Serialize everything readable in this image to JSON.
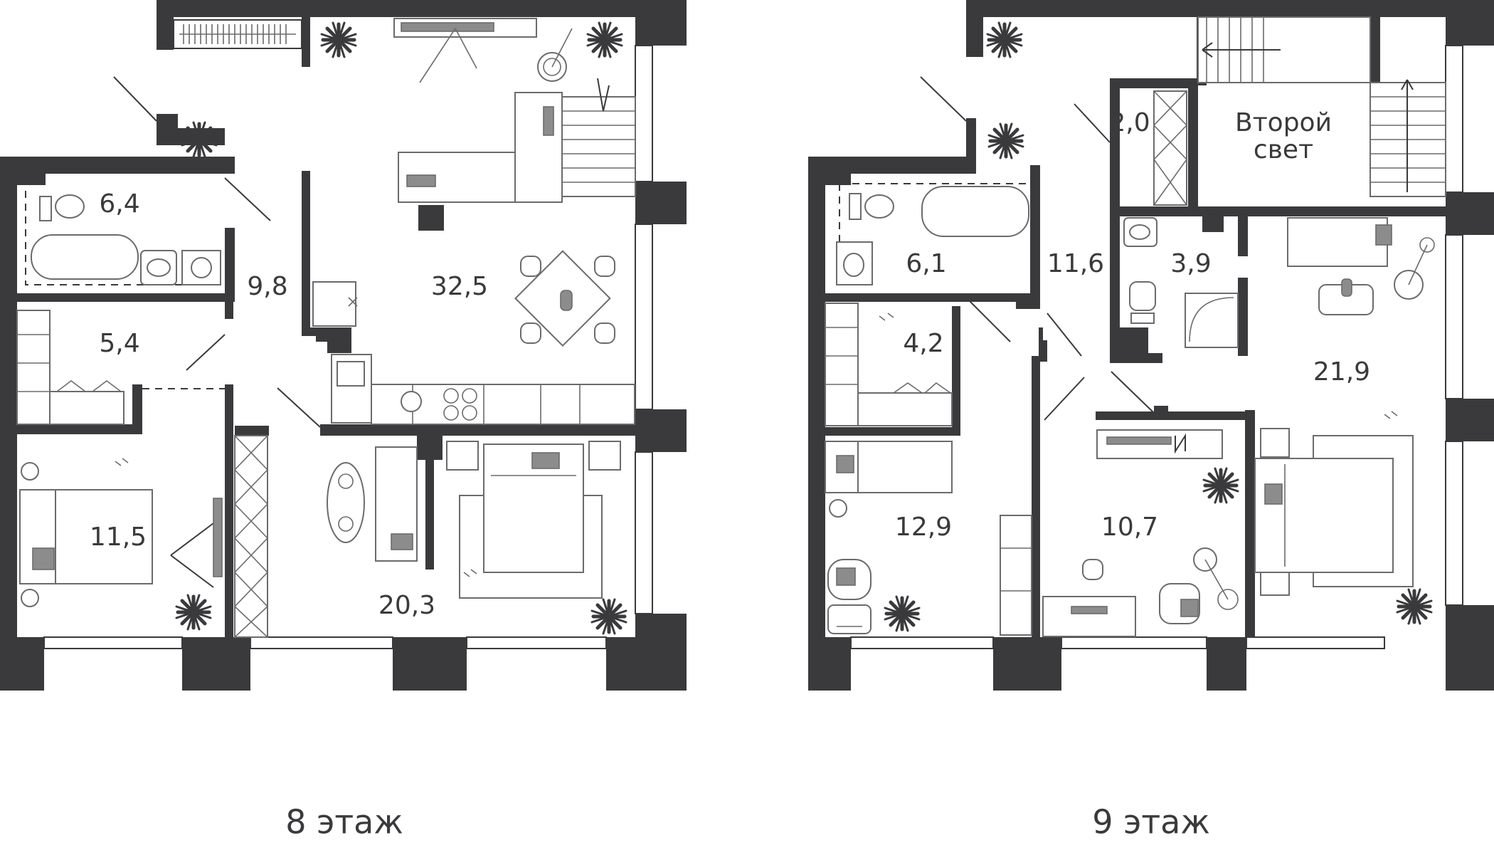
{
  "floors": [
    {
      "label": "8 этаж",
      "rooms": [
        {
          "id": "bathroom",
          "area": "6,4"
        },
        {
          "id": "hall",
          "area": "9,8"
        },
        {
          "id": "kitchen-living",
          "area": "32,5"
        },
        {
          "id": "wardrobe",
          "area": "5,4"
        },
        {
          "id": "bedroom",
          "area": "11,5"
        },
        {
          "id": "master-bedroom",
          "area": "20,3"
        }
      ]
    },
    {
      "label": "9 этаж",
      "rooms": [
        {
          "id": "bathroom-1",
          "area": "6,1"
        },
        {
          "id": "hall",
          "area": "11,6"
        },
        {
          "id": "storage",
          "area": "2,0"
        },
        {
          "id": "double-height",
          "area": "Второй\nсвет",
          "line1": "Второй",
          "line2": "свет"
        },
        {
          "id": "bathroom-2",
          "area": "3,9"
        },
        {
          "id": "wardrobe",
          "area": "4,2"
        },
        {
          "id": "master-bedroom",
          "area": "21,9"
        },
        {
          "id": "kids-room",
          "area": "12,9"
        },
        {
          "id": "study",
          "area": "10,7"
        }
      ]
    }
  ],
  "colors": {
    "walls": "#3a3a3c",
    "furniture": "#8c8c8c",
    "background": "#ffffff"
  }
}
